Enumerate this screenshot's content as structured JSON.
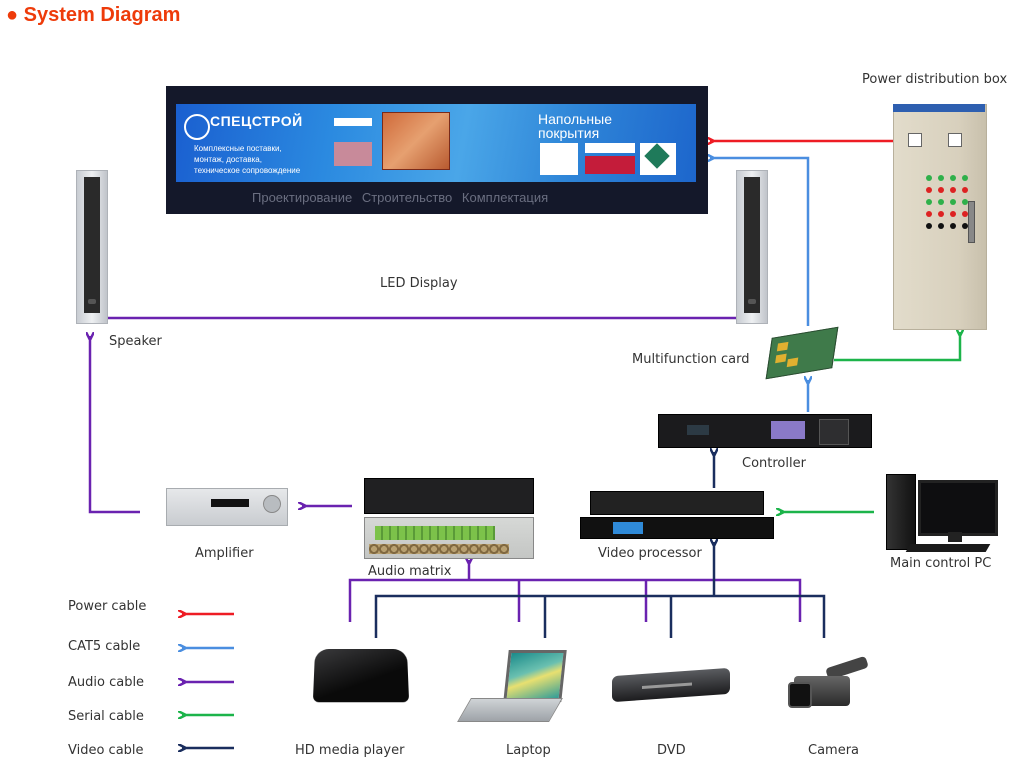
{
  "title": "System Diagram",
  "title_bullet": "●",
  "colors": {
    "title": "#ee3b0a",
    "power_cable": "#ee1c24",
    "cat5_cable": "#4a8ee0",
    "audio_cable": "#6a22b0",
    "serial_cable": "#1cb44a",
    "video_cable": "#1a2e5e"
  },
  "led_display": {
    "label": "LED Display",
    "screen": {
      "brand": "СПЕЦСТРОЙ",
      "description": [
        "Комплексные поставки,",
        "монтаж, доставка,",
        "техническое сопровождение"
      ],
      "heading": [
        "Напольные",
        "покрытия"
      ],
      "subline": "Проектирование  Строительство  Комплектация"
    }
  },
  "devices": {
    "speaker": "Speaker",
    "power_box": "Power distribution box",
    "multifunction_card": "Multifunction card",
    "controller": "Controller",
    "amplifier": "Amplifier",
    "audio_matrix": "Audio  matrix",
    "video_processor": "Video processor",
    "main_pc": "Main control PC",
    "hd_player": "HD media player",
    "laptop": "Laptop",
    "dvd": "DVD",
    "camera": "Camera"
  },
  "legend": [
    {
      "label": "Power cable",
      "type": "power_cable"
    },
    {
      "label": "CAT5 cable",
      "type": "cat5_cable"
    },
    {
      "label": "Audio cable",
      "type": "audio_cable"
    },
    {
      "label": "Serial cable",
      "type": "serial_cable"
    },
    {
      "label": "Video cable",
      "type": "video_cable"
    }
  ],
  "connections": [
    {
      "from": "power_box",
      "to": "led_display",
      "cable": "power_cable"
    },
    {
      "from": "multifunction_card",
      "to": "led_display",
      "cable": "cat5_cable"
    },
    {
      "from": "controller",
      "to": "multifunction_card",
      "cable": "cat5_cable"
    },
    {
      "from": "multifunction_card",
      "to": "power_box",
      "cable": "serial_cable"
    },
    {
      "from": "main_pc",
      "to": "video_processor",
      "cable": "serial_cable"
    },
    {
      "from": "video_processor",
      "to": "controller",
      "cable": "video_cable"
    },
    {
      "from": "audio_matrix",
      "to": "amplifier",
      "cable": "audio_cable"
    },
    {
      "from": "amplifier",
      "to": "speaker",
      "cable": "audio_cable"
    },
    {
      "from": "speaker",
      "to": "speaker",
      "cable": "audio_cable"
    },
    {
      "from": "hd_player",
      "to": "audio_matrix",
      "cable": "audio_cable"
    },
    {
      "from": "laptop",
      "to": "audio_matrix",
      "cable": "audio_cable"
    },
    {
      "from": "dvd",
      "to": "audio_matrix",
      "cable": "audio_cable"
    },
    {
      "from": "camera",
      "to": "audio_matrix",
      "cable": "audio_cable"
    },
    {
      "from": "hd_player",
      "to": "video_processor",
      "cable": "video_cable"
    },
    {
      "from": "laptop",
      "to": "video_processor",
      "cable": "video_cable"
    },
    {
      "from": "dvd",
      "to": "video_processor",
      "cable": "video_cable"
    },
    {
      "from": "camera",
      "to": "video_processor",
      "cable": "video_cable"
    }
  ]
}
